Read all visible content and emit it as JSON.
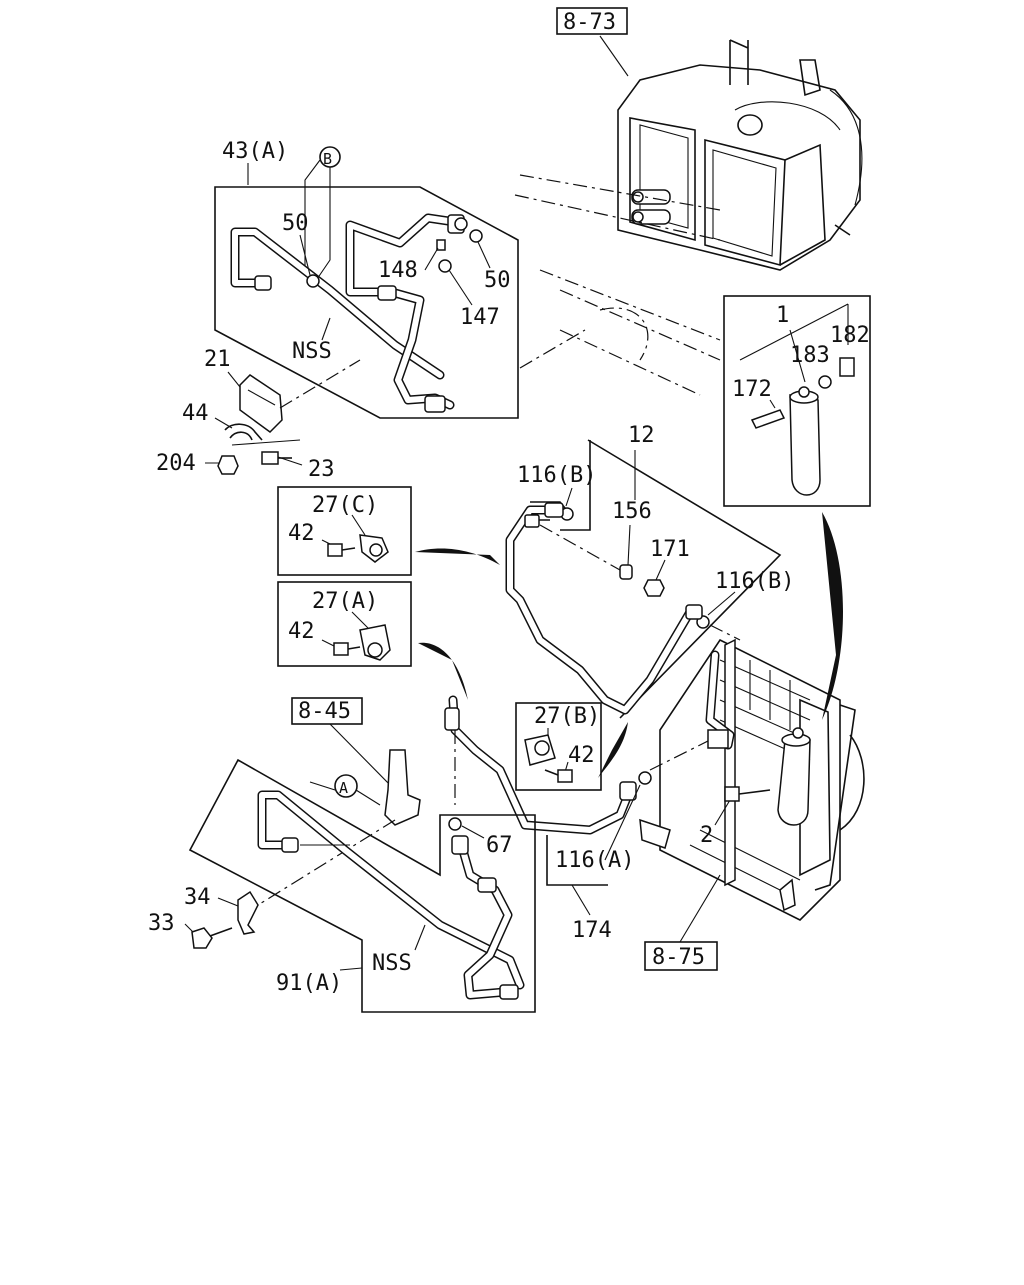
{
  "diagram": {
    "refs": {
      "ref_8_73": "8-73",
      "ref_8_45": "8-45",
      "ref_8_75": "8-75"
    },
    "circled": {
      "a": "A",
      "b": "B"
    },
    "labels": {
      "l43a": "43(A)",
      "l50a": "50",
      "l50b": "50",
      "l148": "148",
      "l147": "147",
      "nss1": "NSS",
      "l21": "21",
      "l44": "44",
      "l204": "204",
      "l23": "23",
      "l1": "1",
      "l182": "182",
      "l183": "183",
      "l172": "172",
      "l12": "12",
      "l116b1": "116(B)",
      "l156": "156",
      "l171": "171",
      "l116b2": "116(B)",
      "l27c": "27(C)",
      "l42a": "42",
      "l27a": "27(A)",
      "l42b": "42",
      "l27b": "27(B)",
      "l42c": "42",
      "l67": "67",
      "l116a": "116(A)",
      "l174": "174",
      "l2": "2",
      "l34": "34",
      "l33": "33",
      "nss2": "NSS",
      "l91a": "91(A)"
    }
  }
}
